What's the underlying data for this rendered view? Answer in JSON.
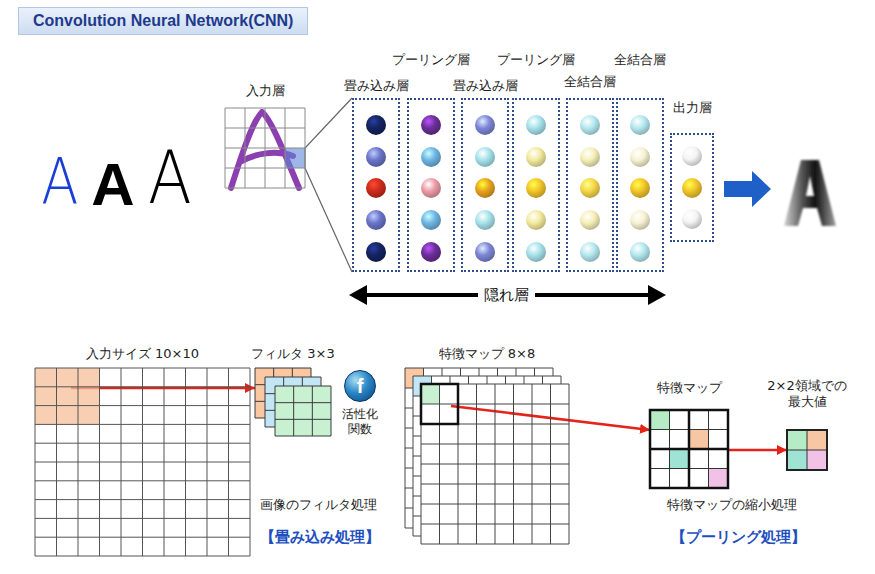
{
  "diagram": {
    "title": "Convolution Neural Network(CNN)",
    "nodes": [
      {
        "text": [
          "入力層"
        ]
      },
      {
        "text": [
          "畳み込み層"
        ]
      },
      {
        "text": [
          "プーリング層"
        ]
      },
      {
        "text": [
          "畳み込み層"
        ]
      },
      {
        "text": [
          "プーリング層"
        ]
      },
      {
        "text": [
          "全結合層"
        ]
      },
      {
        "text": [
          "全結合層"
        ]
      },
      {
        "text": [
          "出力層"
        ]
      },
      {
        "text": [
          "入力サイズ 10×10"
        ]
      },
      {
        "text": [
          "フィルタ 3×3"
        ]
      },
      {
        "text": [
          "f",
          "活性化 関数"
        ]
      },
      {
        "text": [
          "特徴マップ 8×8"
        ]
      },
      {
        "text": [
          "特徴マップ"
        ]
      },
      {
        "text": [
          "2×2領域での 最大値"
        ]
      }
    ],
    "edges": [
      {
        "from": 0,
        "to": 1,
        "arrow": "none"
      },
      {
        "from": 8,
        "to": 9,
        "arrow": "to"
      },
      {
        "from": 11,
        "to": 12,
        "arrow": "to"
      },
      {
        "from": 12,
        "to": 13,
        "arrow": "to"
      }
    ],
    "labels": [
      "A",
      "A",
      "A",
      "隠れ層",
      "画像のフィルタ処理",
      "【畳み込み処理】",
      "特徴マップの縮小処理",
      "【プーリング処理】"
    ]
  }
}
